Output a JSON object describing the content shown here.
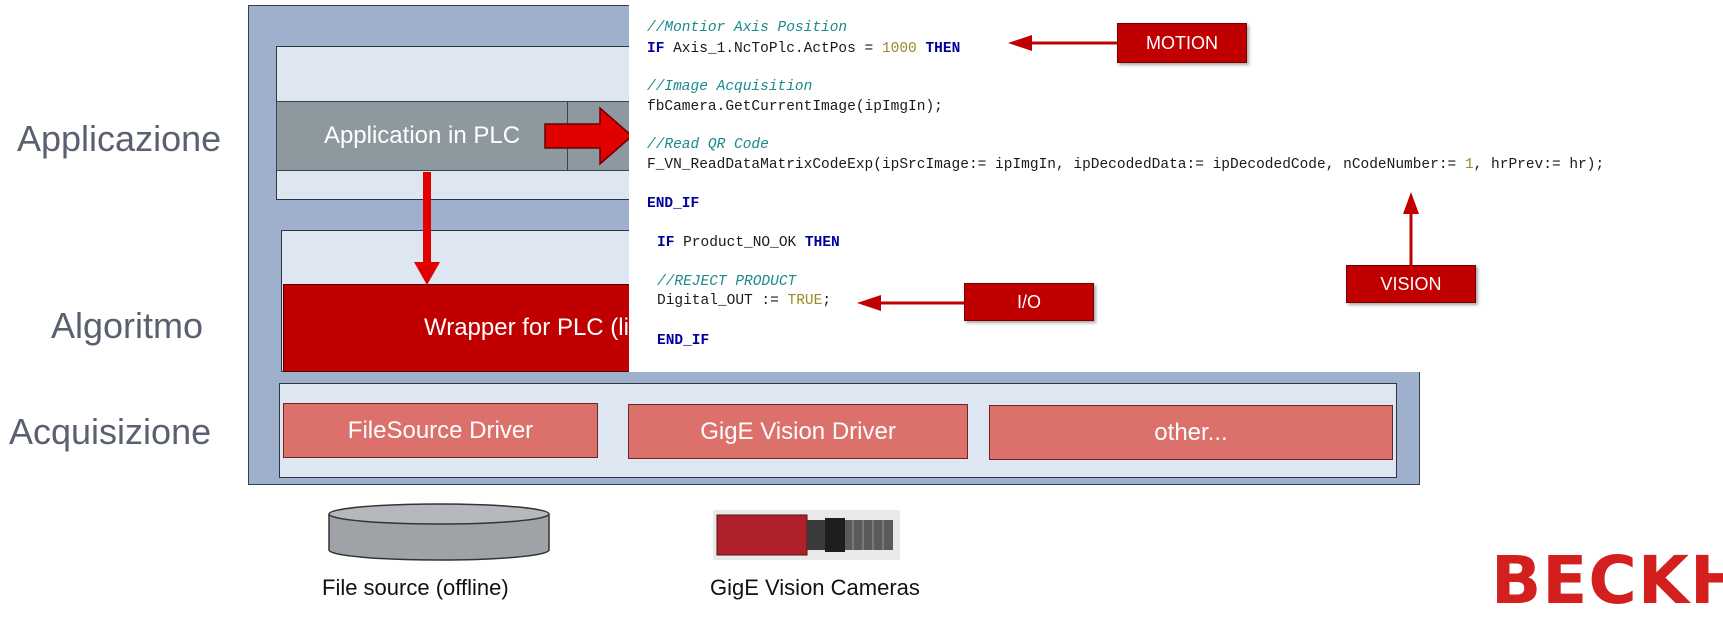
{
  "layers": {
    "application": "Applicazione",
    "algorithm": "Algoritmo",
    "acquisition": "Acquisizione"
  },
  "application_box": "Application in PLC",
  "wrapper_box": "Wrapper for PLC (li",
  "drivers": [
    "FileSource Driver",
    "GigE Vision Driver",
    "other..."
  ],
  "code": {
    "comment_motion": "//Montior Axis Position",
    "line_if_kw": "IF",
    "line_if_mid": " Axis_1.NcToPlc.ActPos = ",
    "line_if_num": "1000",
    "line_if_then": " THEN",
    "comment_image": "//Image Acquisition",
    "line_camera": "fbCamera.GetCurrentImage(ipImgIn);",
    "comment_qr": "//Read QR Code",
    "line_read_a": "F_VN_ReadDataMatrixCodeExp(ipSrcImage:= ipImgIn, ipDecodedData:= ipDecodedCode, nCodeNumber:= ",
    "line_read_num": "1",
    "line_read_b": ", hrPrev:= hr);",
    "end_if_1": "END_IF",
    "line_if2_kw": "IF",
    "line_if2_mid": " Product_NO_OK",
    "line_if2_then": " THEN",
    "comment_reject": "//REJECT PRODUCT",
    "line_digital_a": "Digital_OUT := ",
    "line_digital_val": "TRUE",
    "line_digital_b": ";",
    "end_if_2": "END_IF"
  },
  "callouts": {
    "motion": "MOTION",
    "vision": "VISION",
    "io": "I/O"
  },
  "captions": {
    "file_source": "File source (offline)",
    "gige": "GigE Vision Cameras"
  },
  "logo": "BECKHO",
  "colors": {
    "accent_red": "#c00000",
    "driver_red": "#dc706a",
    "frame_blue": "#9fb0cd"
  }
}
